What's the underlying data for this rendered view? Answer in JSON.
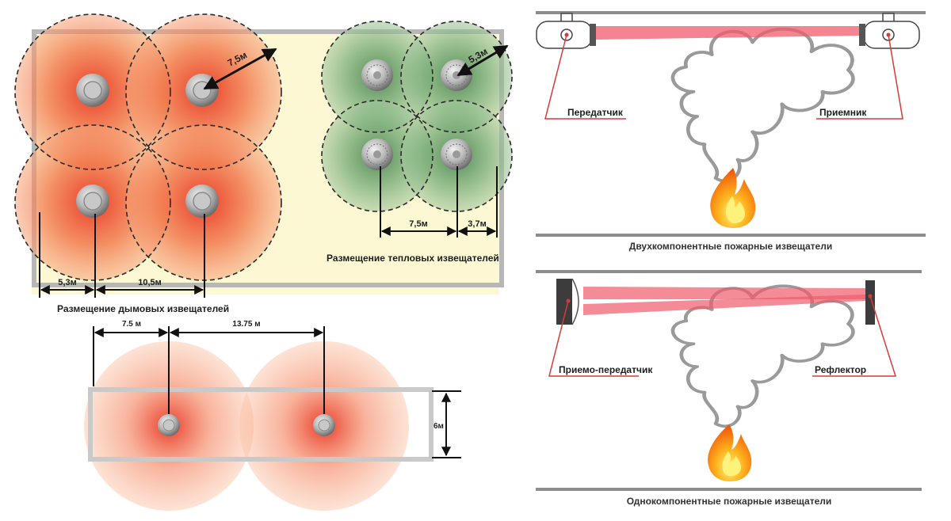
{
  "smoke_panel": {
    "radius_label": "7,5м",
    "dim_left": "5,3м",
    "dim_mid": "10,5м",
    "caption": "Размещение дымовых извещателей"
  },
  "heat_panel": {
    "radius_label": "5,3м",
    "dim_left": "7,5м",
    "dim_right": "3,7м",
    "caption": "Размещение тепловых извещателей"
  },
  "corridor_panel": {
    "dim_left": "7.5 м",
    "dim_mid": "13.75 м",
    "dim_height": "6м"
  },
  "beam_two": {
    "transmitter_label": "Передатчик",
    "receiver_label": "Приемник",
    "caption": "Двухкомпонентные пожарные извещатели"
  },
  "beam_one": {
    "transceiver_label": "Приемо-передатчик",
    "reflector_label": "Рефлектор",
    "caption": "Однокомпонентные пожарные извещатели"
  },
  "colors": {
    "smoke_zone": "#f05a32",
    "heat_zone": "#5a9a5a",
    "room_fill": "#fdf8d4",
    "beam": "#ef5b6b",
    "leader": "#d63a3a"
  }
}
